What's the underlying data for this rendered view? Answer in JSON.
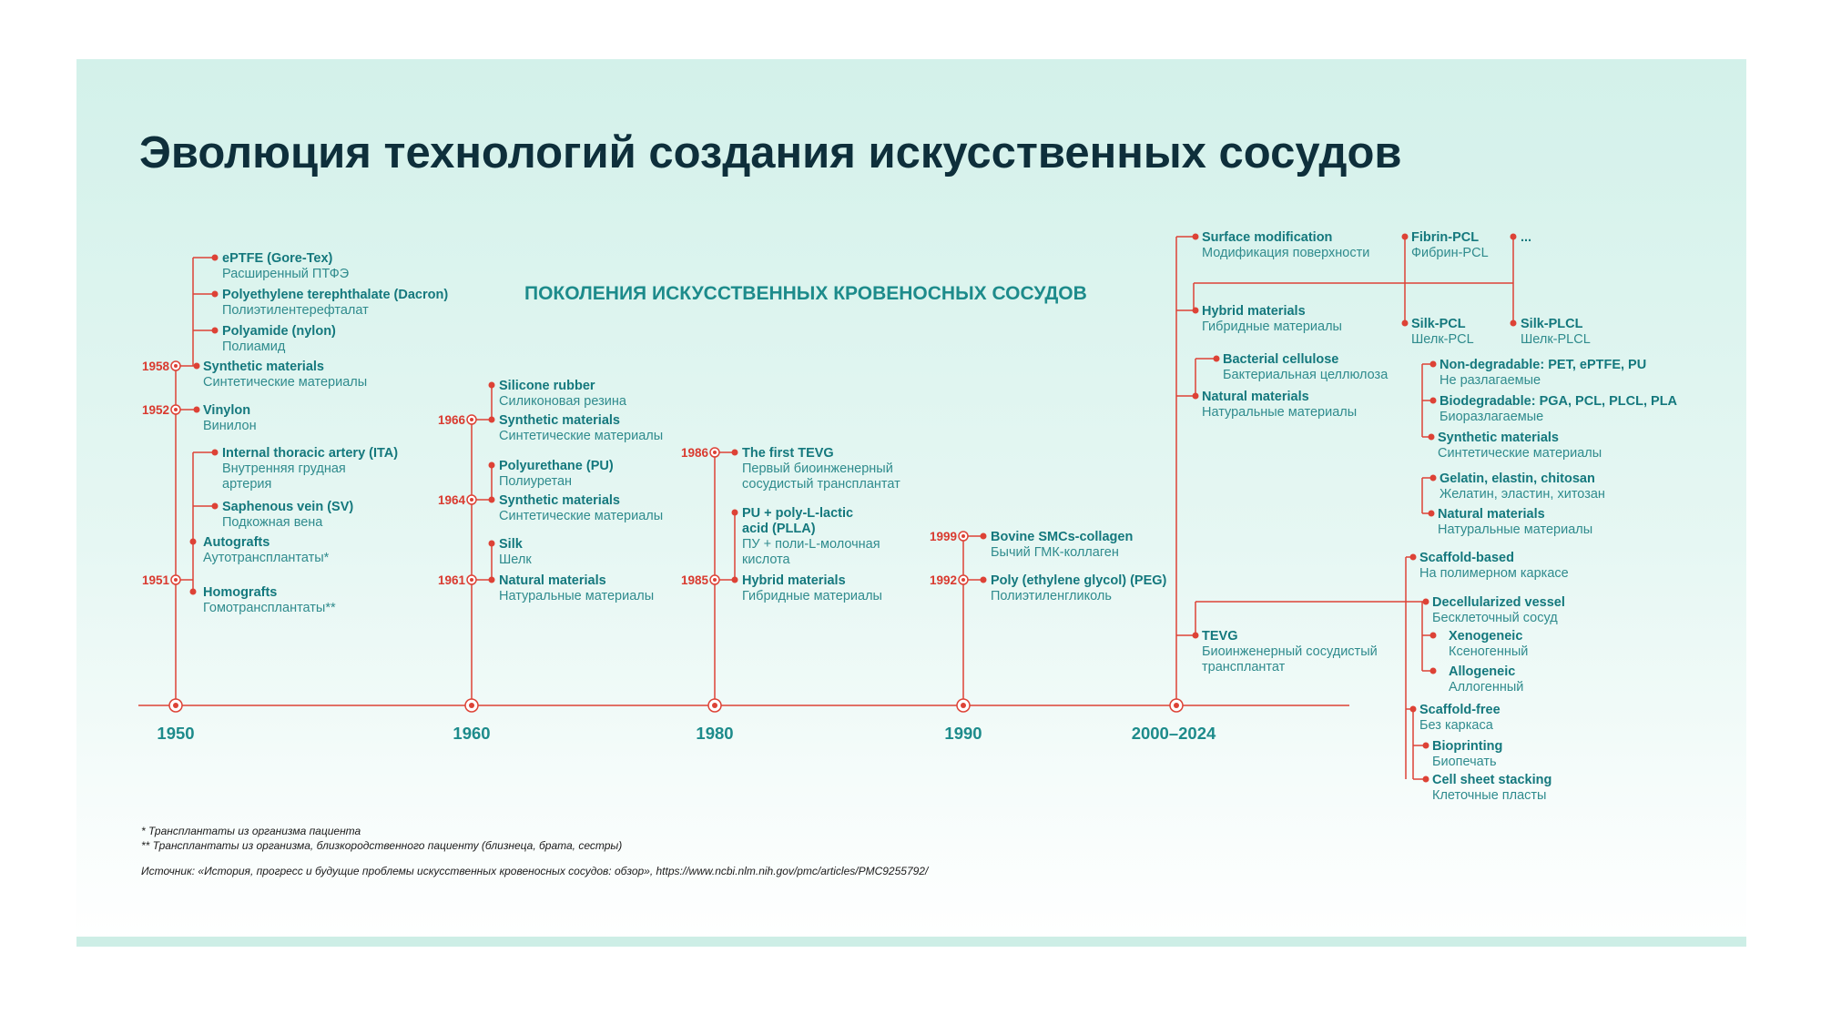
{
  "title": "Эволюция технологий создания искусственных сосудов",
  "subtitle": "ПОКОЛЕНИЯ ИСКУССТВЕННЫХ КРОВЕНОСНЫХ СОСУДОВ",
  "colors": {
    "accent_red": "#dd4236",
    "teal": "#1d8b8b",
    "title": "#0e2f3b",
    "background": "#d3f1ea"
  },
  "eras": [
    "1950",
    "1960",
    "1980",
    "1990",
    "2000–2024"
  ],
  "years": {
    "y1958": "1958",
    "y1952": "1952",
    "y1951": "1951",
    "y1966": "1966",
    "y1964": "1964",
    "y1961": "1961",
    "y1986": "1986",
    "y1985": "1985",
    "y1999": "1999",
    "y1992": "1992"
  },
  "items": {
    "eptfe": {
      "en": "ePTFE (Gore-Tex)",
      "ru": "Расширенный ПТФЭ"
    },
    "dacron": {
      "en": "Polyethylene terephthalate (Dacron)",
      "ru": "Полиэтилентерефталат"
    },
    "nylon": {
      "en": "Polyamide (nylon)",
      "ru": "Полиамид"
    },
    "synthetic_1958": {
      "en": "Synthetic materials",
      "ru": "Синтетические материалы"
    },
    "vinylon": {
      "en": "Vinylon",
      "ru": "Винилон"
    },
    "ita": {
      "en": "Internal thoracic artery (ITA)",
      "ru1": "Внутренняя грудная",
      "ru2": "артерия"
    },
    "sv": {
      "en": "Saphenous vein (SV)",
      "ru": "Подкожная вена"
    },
    "autografts": {
      "en": "Autografts",
      "ru": "Аутотрансплантаты*"
    },
    "homografts": {
      "en": "Homografts",
      "ru": "Гомотрансплантаты**"
    },
    "silicone": {
      "en": "Silicone rubber",
      "ru": "Силиконовая резина"
    },
    "synthetic_1966": {
      "en": "Synthetic materials",
      "ru": "Синтетические материалы"
    },
    "pu": {
      "en": "Polyurethane (PU)",
      "ru": "Полиуретан"
    },
    "synthetic_1964": {
      "en": "Synthetic materials",
      "ru": "Синтетические материалы"
    },
    "silk": {
      "en": "Silk",
      "ru": "Шелк"
    },
    "natural_1961": {
      "en": "Natural materials",
      "ru": "Натуральные материалы"
    },
    "tevg_first": {
      "en": "The first TEVG",
      "ru1": "Первый биоинженерный",
      "ru2": "сосудистый трансплантат"
    },
    "pu_plla": {
      "en1": "PU + poly-L-lactic",
      "en2": "acid (PLLA)",
      "ru1": "ПУ + поли-L-молочная",
      "ru2": "кислота"
    },
    "hybrid_1985": {
      "en": "Hybrid materials",
      "ru": "Гибридные материалы"
    },
    "bovine": {
      "en": "Bovine SMCs-collagen",
      "ru": "Бычий ГМК-коллаген"
    },
    "peg": {
      "en": "Poly (ethylene glycol) (PEG)",
      "ru": "Полиэтиленгликоль"
    },
    "surface_mod": {
      "en": "Surface modification",
      "ru": "Модификация поверхности"
    },
    "fibrin_pcl": {
      "en": "Fibrin-PCL",
      "ru": "Фибрин-PCL"
    },
    "ellipsis": {
      "en": "..."
    },
    "hybrid_2000": {
      "en": "Hybrid materials",
      "ru": "Гибридные материалы"
    },
    "silk_pcl": {
      "en": "Silk-PCL",
      "ru": "Шелк-PCL"
    },
    "silk_plcl": {
      "en": "Silk-PLCL",
      "ru": "Шелк-PLCL"
    },
    "bact_cellulose": {
      "en": "Bacterial cellulose",
      "ru": "Бактериальная целлюлоза"
    },
    "natural_2000": {
      "en": "Natural materials",
      "ru": "Натуральные материалы"
    },
    "tevg": {
      "en": "TEVG",
      "ru1": "Биоинженерный сосудистый",
      "ru2": "трансплантат"
    },
    "nondeg": {
      "en": "Non-degradable: PET, ePTFE, PU",
      "ru": "Не разлагаемые"
    },
    "biodeg": {
      "en": "Biodegradable: PGA, PCL, PLCL, PLA",
      "ru": "Биоразлагаемые"
    },
    "synthetic_sb": {
      "en": "Synthetic materials",
      "ru": "Синтетические материалы"
    },
    "gelatin": {
      "en": "Gelatin, elastin, chitosan",
      "ru": "Желатин, эластин, хитозан"
    },
    "natural_sb": {
      "en": "Natural materials",
      "ru": "Натуральные материалы"
    },
    "scaffold_based": {
      "en": "Scaffold-based",
      "ru": "На полимерном каркасе"
    },
    "decell": {
      "en": "Decellularized vessel",
      "ru": "Бесклеточный сосуд"
    },
    "xeno": {
      "en": "Xenogeneic",
      "ru": "Ксеногенный"
    },
    "allo": {
      "en": "Allogeneic",
      "ru": "Аллогенный"
    },
    "scaffold_free": {
      "en": "Scaffold-free",
      "ru": "Без каркаса"
    },
    "bioprint": {
      "en": "Bioprinting",
      "ru": "Биопечать"
    },
    "cellsheet": {
      "en": "Cell sheet stacking",
      "ru": "Клеточные пласты"
    }
  },
  "footnotes": {
    "f1": "* Трансплантаты из организма пациента",
    "f2": "** Трансплантаты из организма, близкородственного пациенту (близнеца, брата, сестры)",
    "source": "Источник: «История, прогресс и будущие проблемы искусственных кровеносных сосудов: обзор», https://www.ncbi.nlm.nih.gov/pmc/articles/PMC9255792/"
  }
}
